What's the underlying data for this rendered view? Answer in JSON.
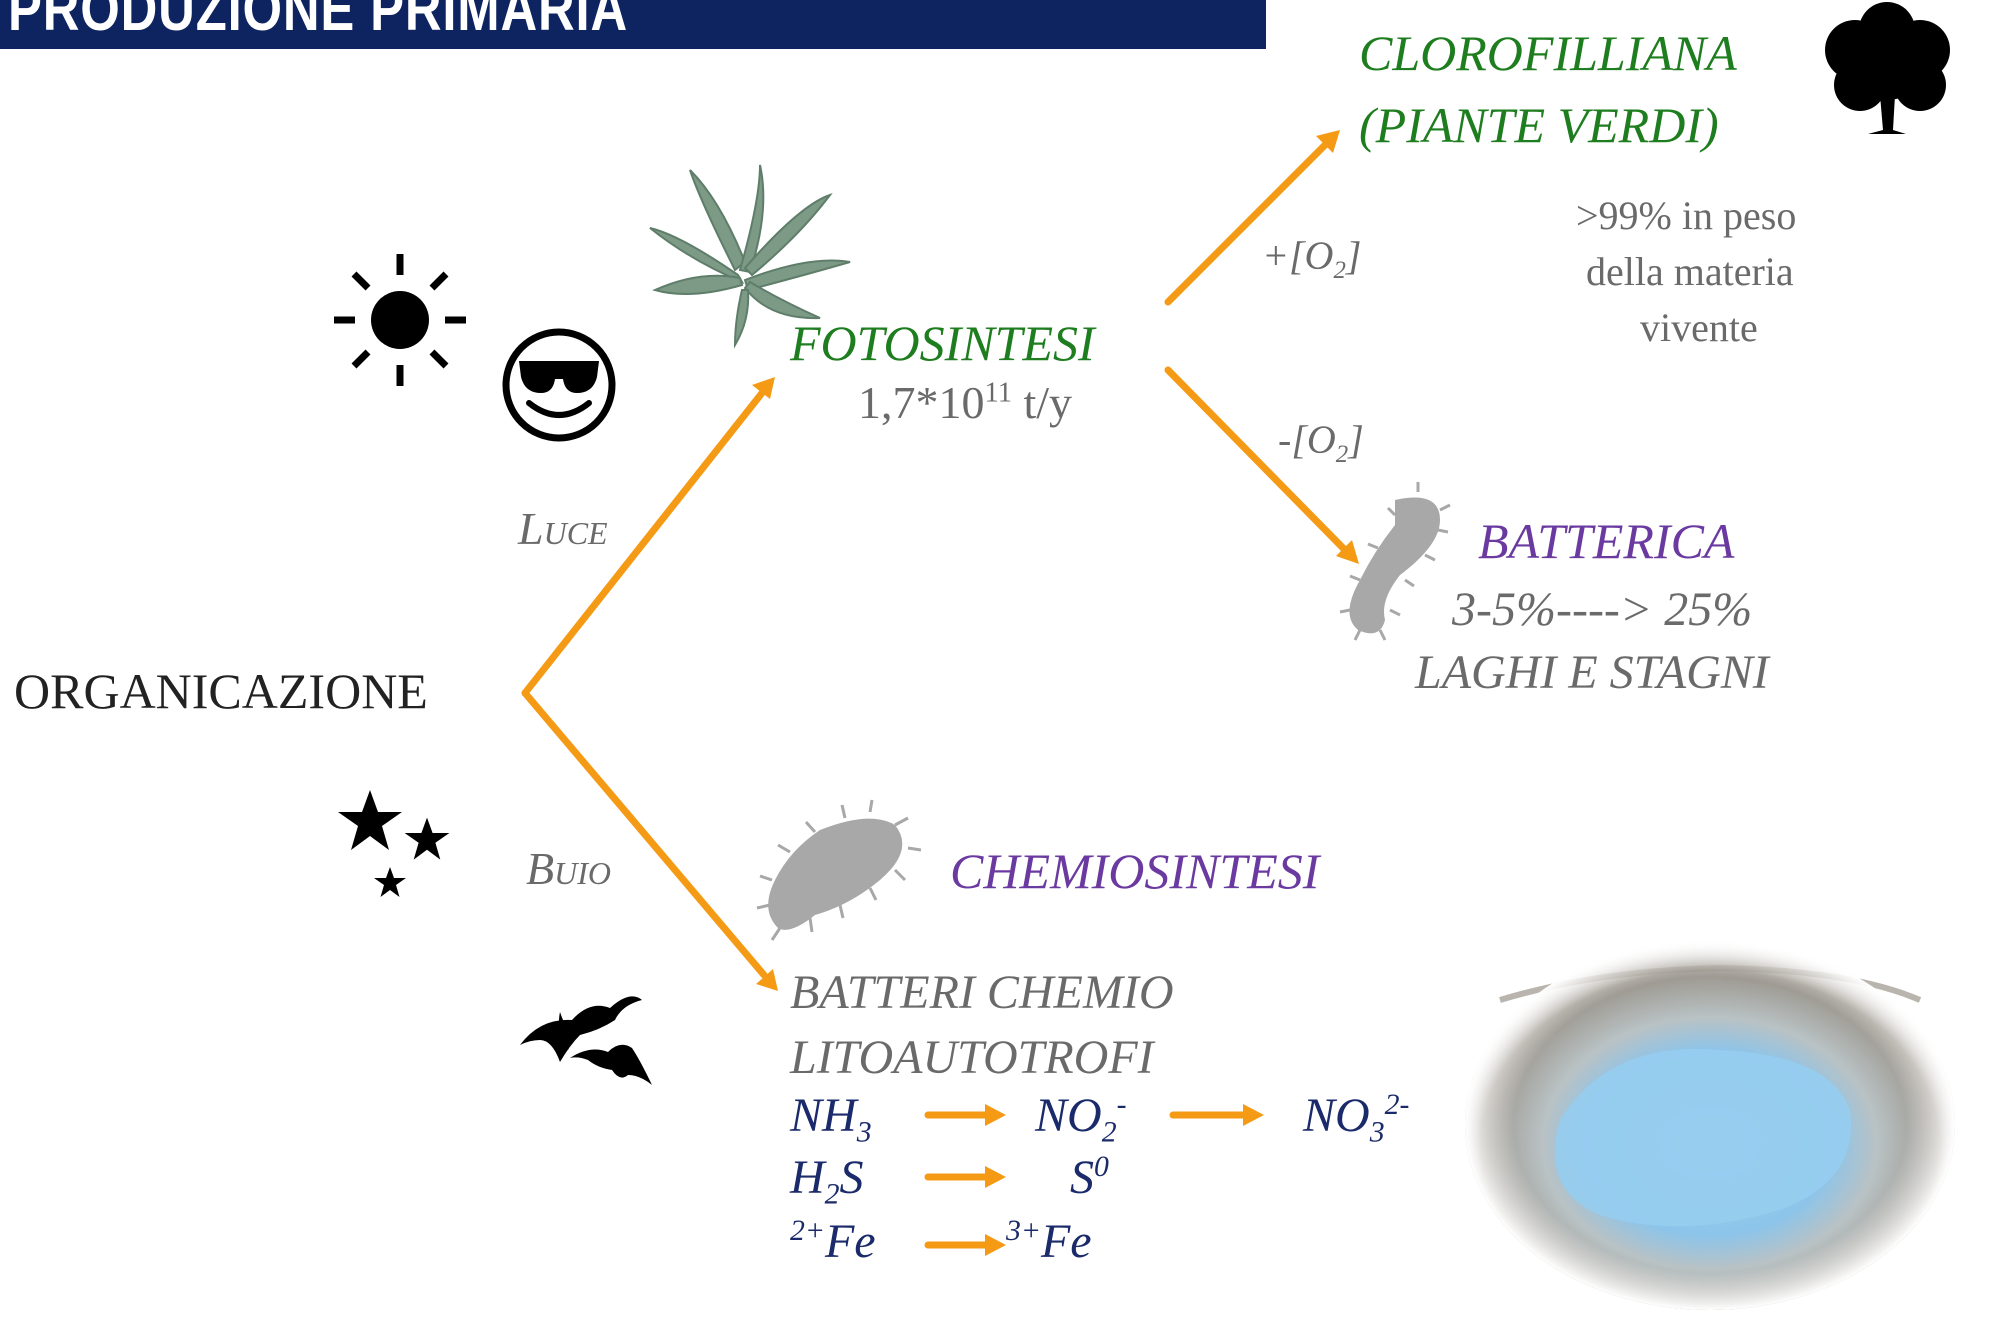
{
  "header": {
    "title": "PRODUZIONE PRIMARIA"
  },
  "root": {
    "label": "ORGANICAZIONE"
  },
  "branches": {
    "light": {
      "label": "Luce"
    },
    "dark": {
      "label": "Buio"
    }
  },
  "fotosintesi": {
    "title": "FOTOSINTESI",
    "value": "1,7*10",
    "exponent": "11",
    "unit": " t/y"
  },
  "oxygen": {
    "plus": "+[O",
    "minus": "-[O",
    "sub": "2",
    "close": "]"
  },
  "clorofilliana": {
    "line1": "CLOROFILLIANA",
    "line2": "(PIANTE VERDI)",
    "note1": ">99% in peso",
    "note2": "della materia",
    "note3": "vivente"
  },
  "batterica": {
    "title": "BATTERICA",
    "line1": "3-5%----> 25%",
    "line2": "LAGHI E STAGNI"
  },
  "chemiosintesi": {
    "title": "CHEMIOSINTESI",
    "line1": "BATTERI  CHEMIO",
    "line2": "LITOAUTOTROFI"
  },
  "reactions": {
    "r1": {
      "a": "NH",
      "a_sub": "3",
      "b": "NO",
      "b_sub": "2",
      "b_sup": "-",
      "c": "NO",
      "c_sub": "3",
      "c_sup": "2-"
    },
    "r2": {
      "a": "H",
      "a_sub": "2",
      "a_tail": "S",
      "b": "S",
      "b_sup": "0"
    },
    "r3": {
      "a_sup": "2+",
      "a": "Fe",
      "b_sup": "3+",
      "b": "Fe"
    }
  },
  "colors": {
    "banner": "#0e2460",
    "arrow": "#f59a14",
    "green": "#1e7d1e",
    "purple": "#6b3aa0",
    "gray": "#6a6a6a",
    "navy": "#1a2a6a"
  },
  "icons": [
    "sun-icon",
    "cool-smiley-icon",
    "stars-icon",
    "bats-icon",
    "tree-icon",
    "plant-image",
    "bacterium-icon",
    "hot-spring-image"
  ]
}
